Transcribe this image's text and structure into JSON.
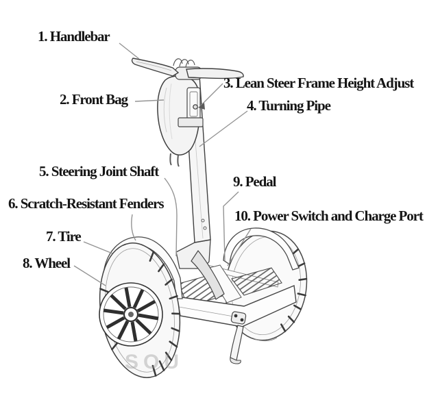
{
  "labels": [
    {
      "id": "1",
      "text": "1. Handlebar"
    },
    {
      "id": "2",
      "text": "2. Front Bag"
    },
    {
      "id": "3",
      "text": "3. Lean Steer Frame Height Adjust"
    },
    {
      "id": "4",
      "text": "4. Turning Pipe"
    },
    {
      "id": "5",
      "text": "5. Steering Joint Shaft"
    },
    {
      "id": "6",
      "text": "6. Scratch-Resistant Fenders"
    },
    {
      "id": "7",
      "text": "7. Tire"
    },
    {
      "id": "8",
      "text": "8. Wheel"
    },
    {
      "id": "9",
      "text": "9. Pedal"
    },
    {
      "id": "10",
      "text": "10. Power Switch and Charge Port"
    }
  ],
  "watermark": "SOU",
  "colors": {
    "background": "#ffffff",
    "label_text": "#151515",
    "leader_line": "#949494",
    "sketch_stroke": "#3f3f3f"
  }
}
